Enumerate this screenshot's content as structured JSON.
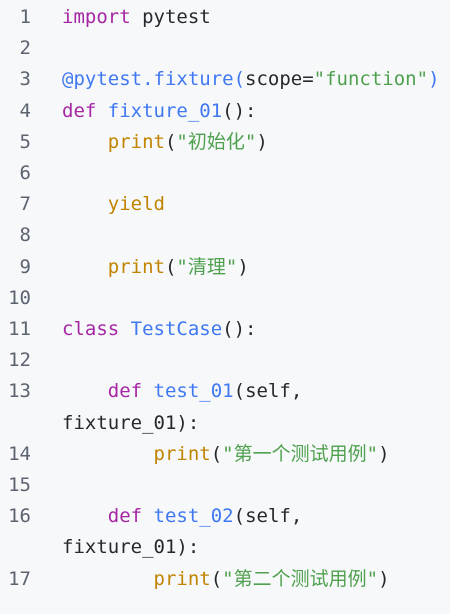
{
  "editor": {
    "line_numbers": [
      "1",
      "2",
      "3",
      "4",
      "5",
      "6",
      "7",
      "8",
      "9",
      "10",
      "11",
      "12",
      "13",
      "",
      "14",
      "15",
      "16",
      "",
      "17"
    ],
    "lines": [
      {
        "tokens": [
          {
            "t": "import",
            "c": "kw"
          },
          {
            "t": " pytest",
            "c": "plain"
          }
        ]
      },
      {
        "tokens": []
      },
      {
        "tokens": [
          {
            "t": "@pytest.fixture(",
            "c": "fn"
          },
          {
            "t": "scope=",
            "c": "plain"
          },
          {
            "t": "\"function\"",
            "c": "str"
          },
          {
            "t": ")",
            "c": "fn"
          }
        ]
      },
      {
        "tokens": [
          {
            "t": "def",
            "c": "kw"
          },
          {
            "t": " ",
            "c": "plain"
          },
          {
            "t": "fixture_01",
            "c": "fn"
          },
          {
            "t": "():",
            "c": "plain"
          }
        ]
      },
      {
        "tokens": [
          {
            "t": "    ",
            "c": "plain"
          },
          {
            "t": "print",
            "c": "bi"
          },
          {
            "t": "(",
            "c": "plain"
          },
          {
            "t": "\"初始化\"",
            "c": "str"
          },
          {
            "t": ")",
            "c": "plain"
          }
        ]
      },
      {
        "tokens": []
      },
      {
        "tokens": [
          {
            "t": "    ",
            "c": "plain"
          },
          {
            "t": "yield",
            "c": "bi"
          }
        ]
      },
      {
        "tokens": []
      },
      {
        "tokens": [
          {
            "t": "    ",
            "c": "plain"
          },
          {
            "t": "print",
            "c": "bi"
          },
          {
            "t": "(",
            "c": "plain"
          },
          {
            "t": "\"清理\"",
            "c": "str"
          },
          {
            "t": ")",
            "c": "plain"
          }
        ]
      },
      {
        "tokens": []
      },
      {
        "tokens": [
          {
            "t": "class",
            "c": "kw"
          },
          {
            "t": " ",
            "c": "plain"
          },
          {
            "t": "TestCase",
            "c": "fn"
          },
          {
            "t": "():",
            "c": "plain"
          }
        ]
      },
      {
        "tokens": []
      },
      {
        "tokens": [
          {
            "t": "    ",
            "c": "plain"
          },
          {
            "t": "def",
            "c": "kw"
          },
          {
            "t": " ",
            "c": "plain"
          },
          {
            "t": "test_01",
            "c": "fn"
          },
          {
            "t": "(self,",
            "c": "plain"
          }
        ]
      },
      {
        "tokens": [
          {
            "t": "fixture_01):",
            "c": "plain"
          }
        ]
      },
      {
        "tokens": [
          {
            "t": "        ",
            "c": "plain"
          },
          {
            "t": "print",
            "c": "bi"
          },
          {
            "t": "(",
            "c": "plain"
          },
          {
            "t": "\"第一个测试用例\"",
            "c": "str"
          },
          {
            "t": ")",
            "c": "plain"
          }
        ]
      },
      {
        "tokens": []
      },
      {
        "tokens": [
          {
            "t": "    ",
            "c": "plain"
          },
          {
            "t": "def",
            "c": "kw"
          },
          {
            "t": " ",
            "c": "plain"
          },
          {
            "t": "test_02",
            "c": "fn"
          },
          {
            "t": "(self,",
            "c": "plain"
          }
        ]
      },
      {
        "tokens": [
          {
            "t": "fixture_01):",
            "c": "plain"
          }
        ]
      },
      {
        "tokens": [
          {
            "t": "        ",
            "c": "plain"
          },
          {
            "t": "print",
            "c": "bi"
          },
          {
            "t": "(",
            "c": "plain"
          },
          {
            "t": "\"第二个测试用例\"",
            "c": "str"
          },
          {
            "t": ")",
            "c": "plain"
          }
        ]
      }
    ]
  },
  "colors": {
    "background": "#f6f8fa",
    "line_number": "#5c6370",
    "keyword": "#a626a4",
    "function": "#4078f2",
    "builtin": "#c18401",
    "string": "#50a14f",
    "text": "#24292e"
  }
}
